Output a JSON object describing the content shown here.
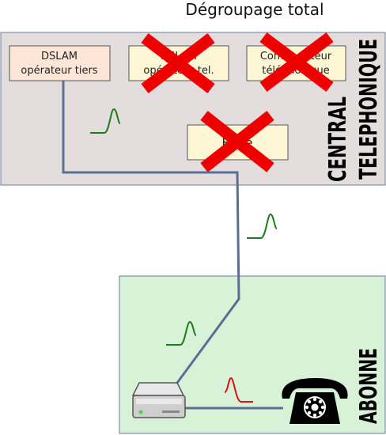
{
  "title": "Dégroupage total",
  "central": {
    "label_line1": "CENTRAL",
    "label_line2": "TELEPHONIQUE",
    "fill": "#e3dedd",
    "border": "#6a7b96"
  },
  "boxes": {
    "dslam_third": {
      "line1": "DSLAM",
      "line2": "opérateur tiers",
      "fill": "#fde6d8"
    },
    "dslam_telco": {
      "line1": "DSLAM",
      "line2": "opérateur tel.",
      "fill": "#fef7d6",
      "crossed": true
    },
    "switch": {
      "line1": "Commutateur",
      "line2": "téléphonique",
      "fill": "#fef7d6",
      "crossed": true
    },
    "filter": {
      "line1": "Filtre",
      "fill": "#fef7d6",
      "crossed": true
    }
  },
  "subscriber": {
    "label": "ABONNE",
    "fill": "#d8f2d7",
    "border": "#6a7b96"
  },
  "colors": {
    "wire": "#5a6e94",
    "cross": "#ee0000",
    "signal_adsl": "#1a7d1a",
    "signal_voice": "#dd1111"
  },
  "icons": {
    "modem": "modem-icon",
    "telephone": "telephone-icon"
  }
}
